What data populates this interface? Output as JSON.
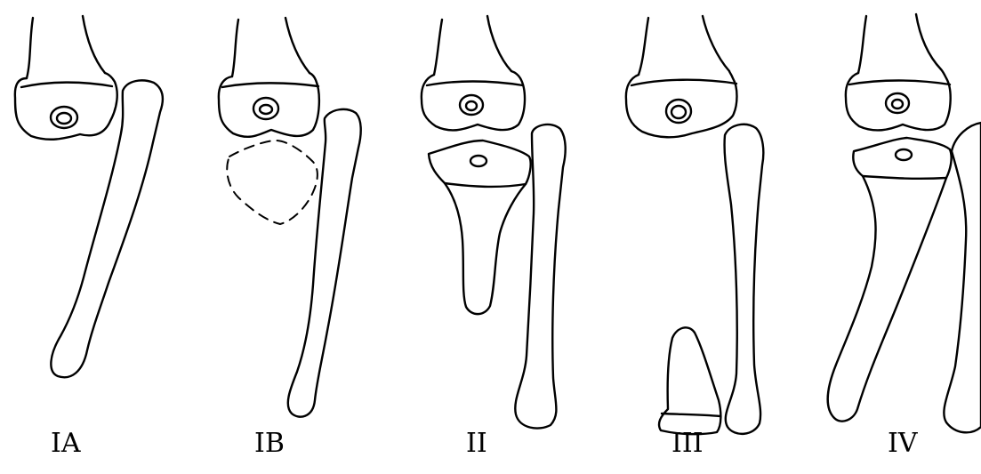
{
  "figure": {
    "panels": [
      {
        "id": "ia",
        "label": "IA"
      },
      {
        "id": "ib",
        "label": "IB"
      },
      {
        "id": "ii",
        "label": "II"
      },
      {
        "id": "iii",
        "label": "III"
      },
      {
        "id": "iv",
        "label": "IV"
      }
    ]
  },
  "colors": {
    "stroke": "#000000",
    "background": "#ffffff"
  }
}
